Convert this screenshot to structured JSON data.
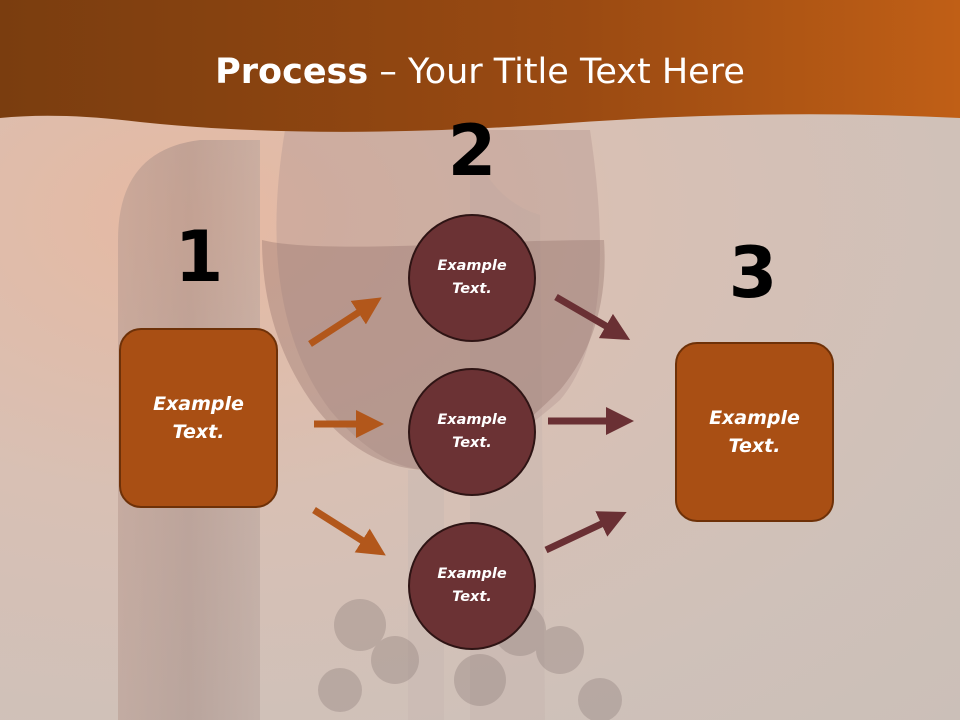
{
  "title": {
    "bold": "Process",
    "rest": " – Your Title Text Here"
  },
  "steps": {
    "step1": {
      "number": "1",
      "text": "Example Text."
    },
    "step2": [
      {
        "text": "Example Text."
      },
      {
        "text": "Example Text."
      },
      {
        "text": "Example Text."
      }
    ],
    "step2_number": "2",
    "step3": {
      "number": "3",
      "text": "Example Text."
    }
  },
  "colors": {
    "header": "#a14a0f",
    "box": "#a94f14",
    "circle": "#6b3234",
    "arrow_orange": "#b2571b",
    "arrow_maroon": "#6a3034"
  }
}
